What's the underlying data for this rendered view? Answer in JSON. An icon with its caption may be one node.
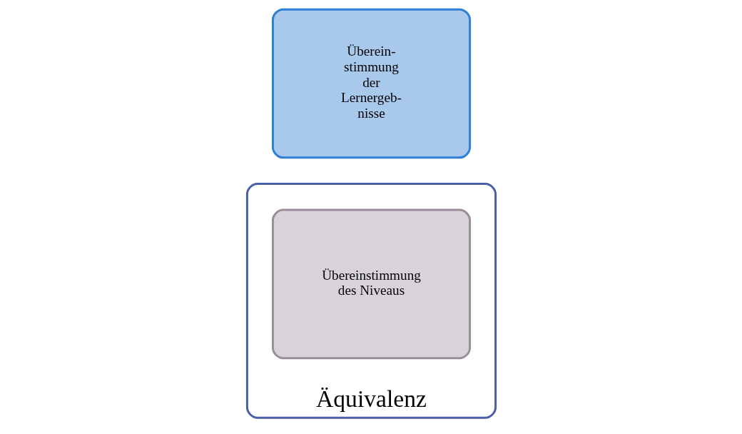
{
  "diagram": {
    "nodes": [
      {
        "text": [
          "Äquivalenz"
        ]
      },
      {
        "text": [
          "Übereinstimmung des Niveaus"
        ],
        "in": 0
      },
      {
        "text": [
          "Überein- stimmung der Lernergeb- nisse"
        ]
      }
    ],
    "edges": []
  }
}
